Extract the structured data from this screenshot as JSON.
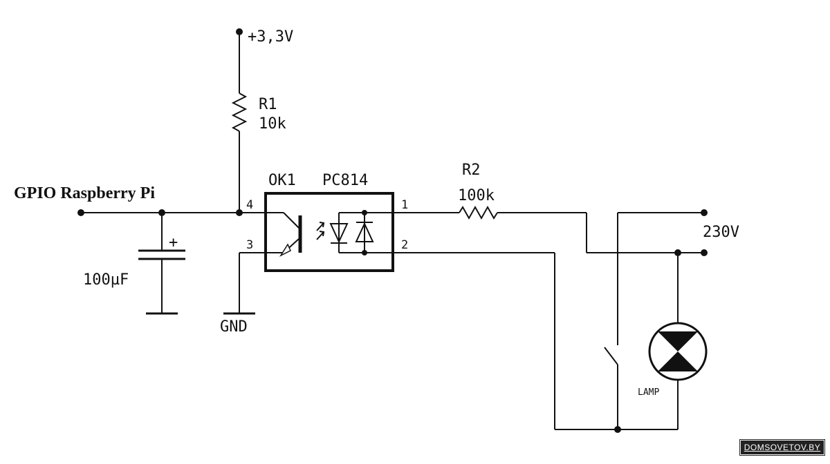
{
  "title": "GPIO Raspberry Pi",
  "supply": "+3,3V",
  "ground": "GND",
  "r1": {
    "ref": "R1",
    "value": "10k"
  },
  "r2": {
    "ref": "R2",
    "value": "100k"
  },
  "capacitor": {
    "value": "100µF",
    "polarity": "+"
  },
  "optocoupler": {
    "ref": "OK1",
    "part": "PC814",
    "pins": {
      "p1": "1",
      "p2": "2",
      "p3": "3",
      "p4": "4"
    }
  },
  "mains": "230V",
  "lamp": "LAMP",
  "watermark": "DOMSOVETOV.BY"
}
